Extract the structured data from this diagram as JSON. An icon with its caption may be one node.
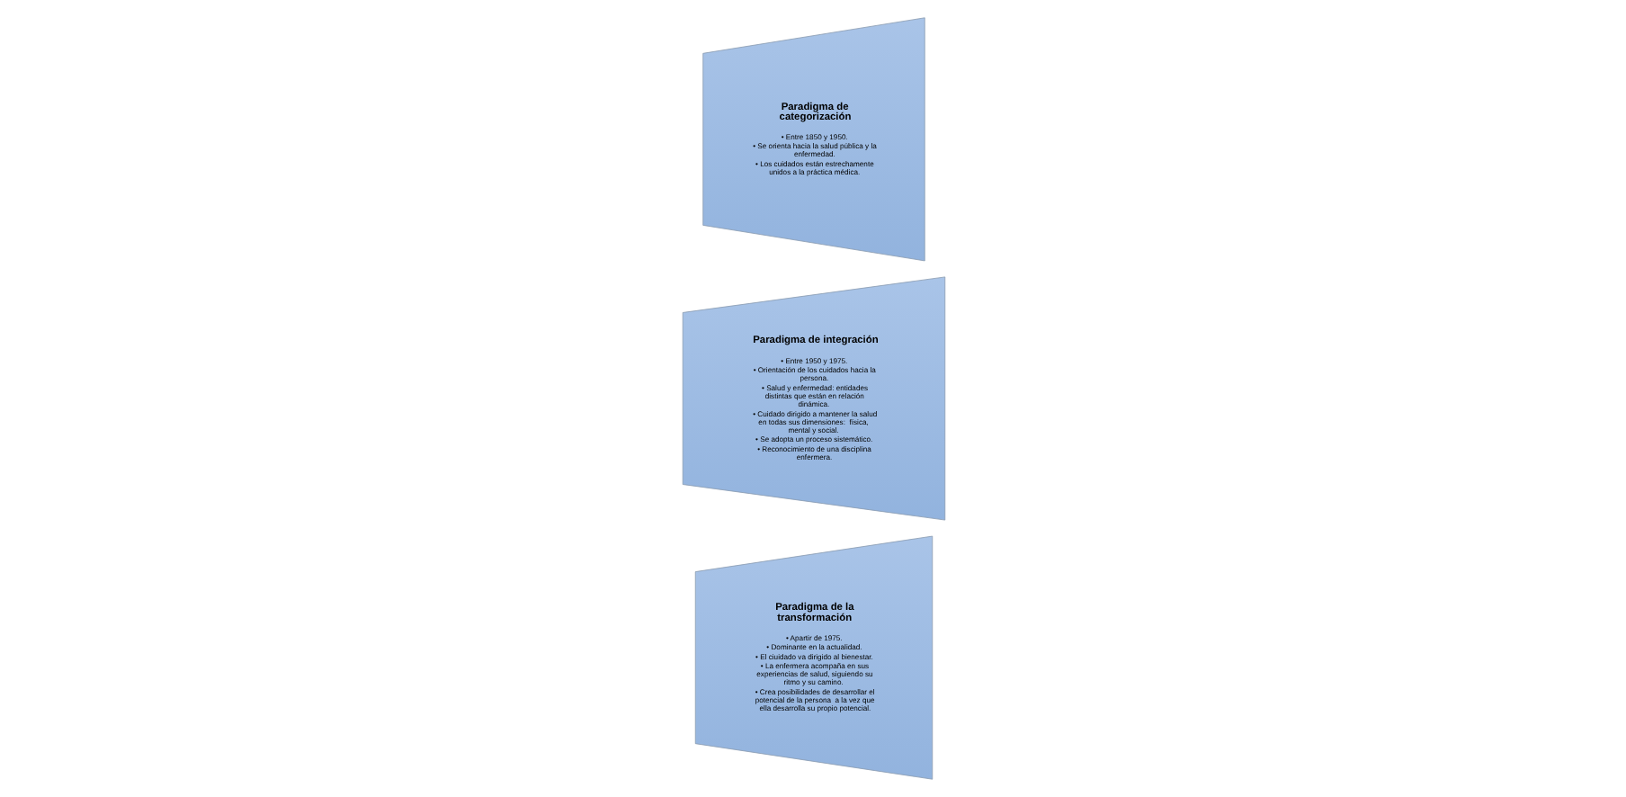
{
  "diagram": {
    "nodes": [
      {
        "text": [
          "Paradigma de categorización",
          "• Entre 1850 y 1950.",
          "• Se orienta hacia la salud pública y la enfermedad.",
          "• Los cuidados están estrechamente unidos a la práctica médica."
        ]
      },
      {
        "text": [
          "Paradigma de integración",
          "• Entre 1950 y 1975.",
          "• Orientación de los cuidados hacia la persona.",
          "• Salud y enfermedad: entidades distintas que están en relación dinámica.",
          "• Cuidado dirigido a mantener la salud en todas sus dimensiones:  física, mental y social.",
          "• Se adopta un proceso sistemático.",
          "• Reconocimiento de una disciplina enfermera."
        ]
      },
      {
        "text": [
          "Paradigma de la transformación",
          "• Apartir de 1975.",
          "• Dominante en la actualidad.",
          "• El ciuidado va dirigido al bienestar.",
          "• La enfermera acompaña en sus experiencias de salud, siguiendo su ritmo y su camino.",
          "• Crea posibilidades de desarrollar el potencial de la persona  a la vez que ella desarrolla su propio potencial."
        ]
      }
    ]
  }
}
